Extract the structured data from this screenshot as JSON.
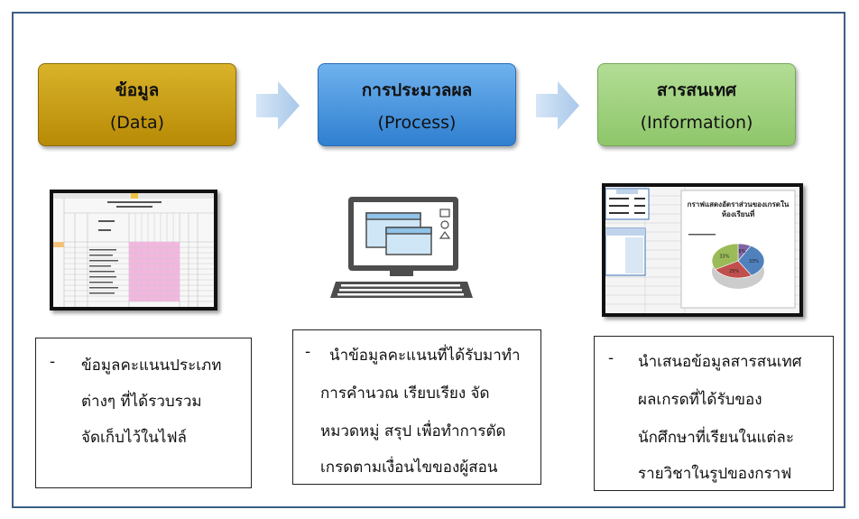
{
  "stages": [
    {
      "title": "ข้อมูล",
      "subtitle": "(Data)",
      "color": "#c9a01a"
    },
    {
      "title": "การประมวลผล",
      "subtitle": "(Process)",
      "color": "#4a97e0"
    },
    {
      "title": "สารสนเทศ",
      "subtitle": "(Information)",
      "color": "#9fd17f"
    }
  ],
  "descriptions": [
    {
      "bullet": "-",
      "lines": [
        "ข้อมูลคะแนนประเภท",
        "ต่างๆ ที่ได้รวบรวม",
        "จัดเก็บไว้ในไฟล์"
      ]
    },
    {
      "bullet": "-",
      "lines": [
        "นำข้อมูลคะแนนที่ได้รับมาทำ",
        "การคำนวณ เรียบเรียง จัด",
        "หมวดหมู่ สรุป เพื่อทำการตัด",
        "เกรดตามเงื่อนไขของผู้สอน"
      ]
    },
    {
      "bullet": "-",
      "lines": [
        "นำเสนอข้อมูลสารสนเทศ",
        "ผลเกรดที่ได้รับของ",
        "นักศึกษาที่เรียนในแต่ละ",
        "รายวิชาในรูปของกราฟ"
      ]
    }
  ],
  "thumbnails": {
    "spreadsheet_icon": "spreadsheet-image",
    "computer_icon": "computer-icon",
    "report_icon": "pie-chart-report-image",
    "report_chart_title_1": "กราฟแสดงอัตราส่วนของเกรดใน",
    "report_chart_title_2": "ห้องเรียนที่",
    "slice_labels": [
      "8%",
      "33%",
      "25%",
      "33%"
    ],
    "slice_colors": [
      "#8064a2",
      "#4f81bd",
      "#c0504d",
      "#9bbb59"
    ]
  }
}
